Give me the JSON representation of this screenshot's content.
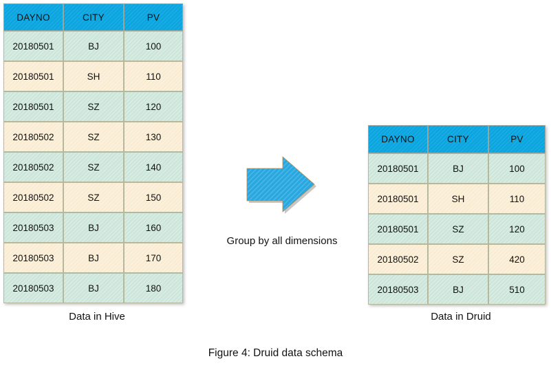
{
  "figure": {
    "caption": "Figure 4: Druid data schema"
  },
  "arrow": {
    "icon": "right-arrow-icon",
    "color": "#29a8e0",
    "label": "Group by all dimensions"
  },
  "hive": {
    "caption": "Data in Hive",
    "header_color": "#0ba5e0",
    "columns": [
      "DAYNO",
      "CITY",
      "PV"
    ],
    "rows": [
      {
        "dayno": "20180501",
        "city": "BJ",
        "pv": "100",
        "style": "green"
      },
      {
        "dayno": "20180501",
        "city": "SH",
        "pv": "110",
        "style": "cream"
      },
      {
        "dayno": "20180501",
        "city": "SZ",
        "pv": "120",
        "style": "green"
      },
      {
        "dayno": "20180502",
        "city": "SZ",
        "pv": "130",
        "style": "cream"
      },
      {
        "dayno": "20180502",
        "city": "SZ",
        "pv": "140",
        "style": "green"
      },
      {
        "dayno": "20180502",
        "city": "SZ",
        "pv": "150",
        "style": "cream"
      },
      {
        "dayno": "20180503",
        "city": "BJ",
        "pv": "160",
        "style": "green"
      },
      {
        "dayno": "20180503",
        "city": "BJ",
        "pv": "170",
        "style": "cream"
      },
      {
        "dayno": "20180503",
        "city": "BJ",
        "pv": "180",
        "style": "green"
      }
    ]
  },
  "druid": {
    "caption": "Data in Druid",
    "header_color": "#0ba5e0",
    "columns": [
      "DAYNO",
      "CITY",
      "PV"
    ],
    "rows": [
      {
        "dayno": "20180501",
        "city": "BJ",
        "pv": "100",
        "style": "green"
      },
      {
        "dayno": "20180501",
        "city": "SH",
        "pv": "110",
        "style": "cream"
      },
      {
        "dayno": "20180501",
        "city": "SZ",
        "pv": "120",
        "style": "green"
      },
      {
        "dayno": "20180502",
        "city": "SZ",
        "pv": "420",
        "style": "cream"
      },
      {
        "dayno": "20180503",
        "city": "BJ",
        "pv": "510",
        "style": "green"
      }
    ]
  },
  "colors": {
    "header_blue": "#0ba5e0",
    "arrow_blue": "#29a8e0",
    "row_green": "#cde6da",
    "row_cream": "#faecd2",
    "cell_border": "#b5b89a"
  }
}
